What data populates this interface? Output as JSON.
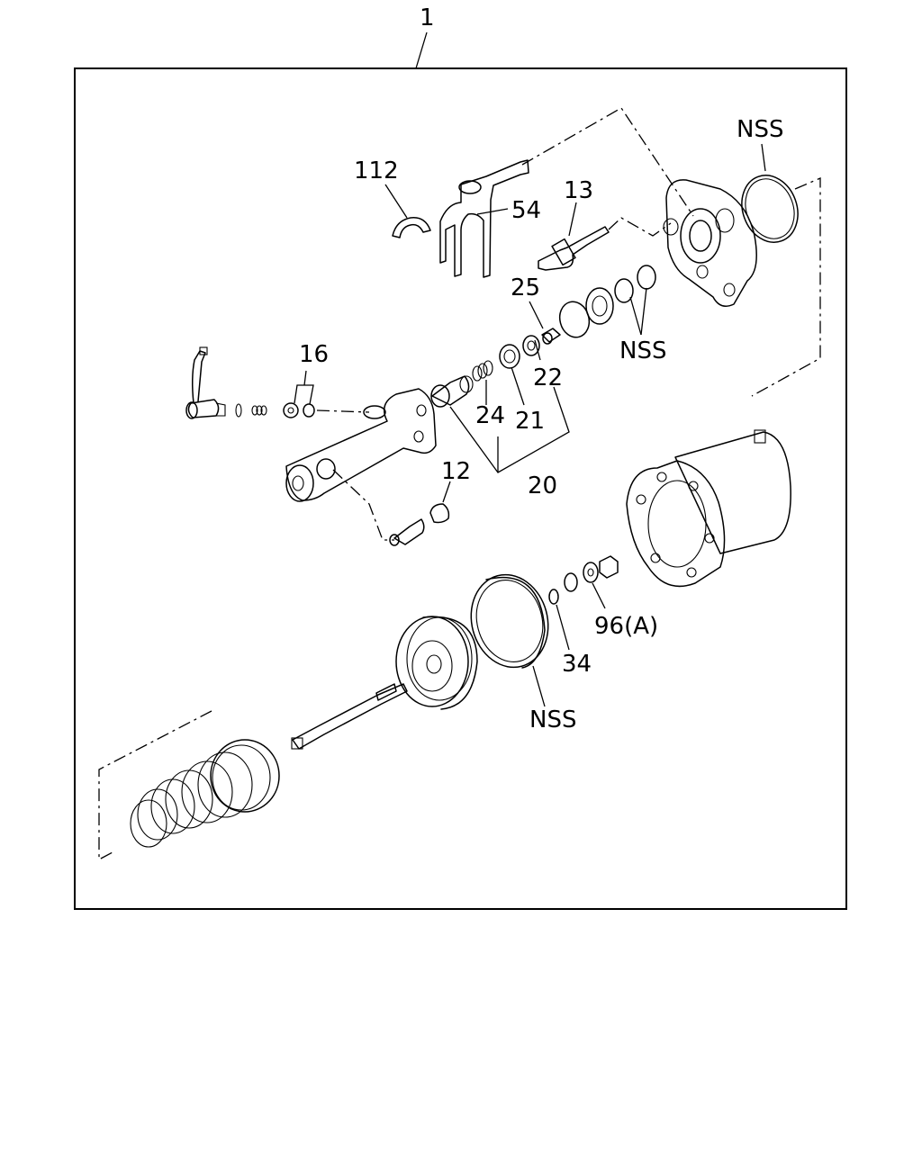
{
  "labels": {
    "assembly": "1",
    "clip": "112",
    "fork": "54",
    "switch": "13",
    "nss_top": "NSS",
    "part_25": "25",
    "nss_mid": "NSS",
    "part_16": "16",
    "part_22": "22",
    "part_24": "24",
    "part_21": "21",
    "part_20": "20",
    "part_12": "12",
    "part_96a": "96(A)",
    "part_34": "34",
    "nss_bottom": "NSS"
  }
}
